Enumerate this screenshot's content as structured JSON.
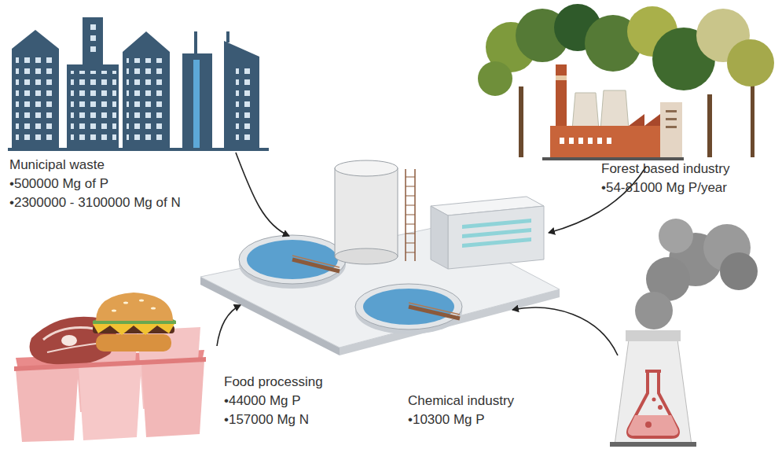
{
  "diagram": {
    "nodes": [
      {
        "text": [
          "Municipal waste",
          "•500000 Mg of P",
          "•2300000 - 3100000 Mg of N"
        ]
      },
      {
        "text": [
          "Forest based industry",
          "•54-81000 Mg P/year"
        ]
      },
      {
        "text": [
          "Food processing",
          "•44000 Mg P",
          "•157000 Mg N"
        ]
      },
      {
        "text": [
          "Chemical industry",
          "•10300 Mg P"
        ]
      }
    ]
  }
}
